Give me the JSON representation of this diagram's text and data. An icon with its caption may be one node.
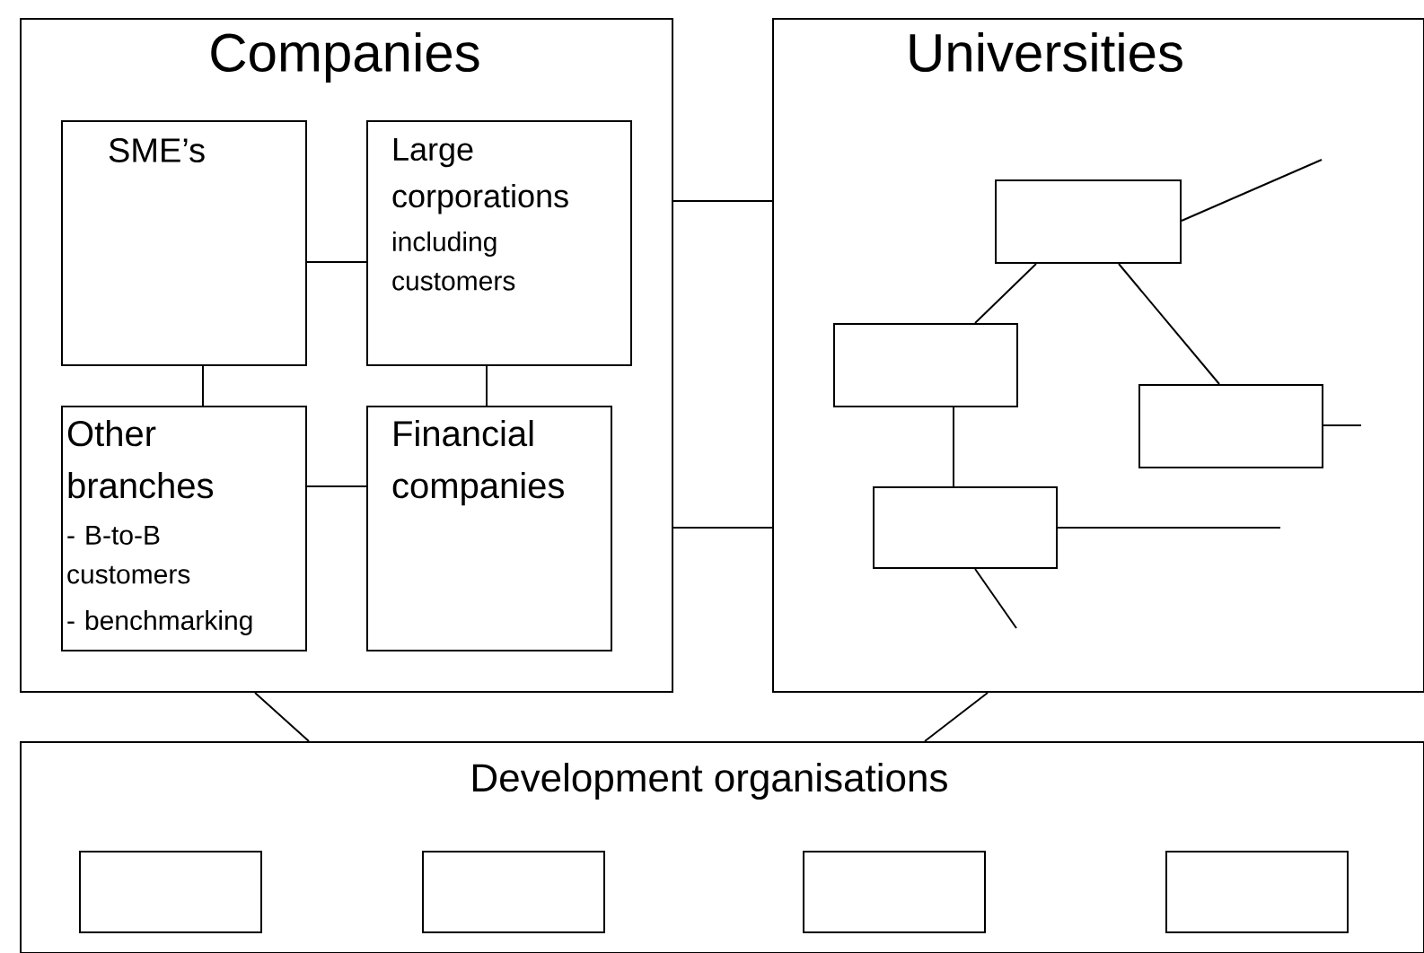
{
  "diagram": {
    "nodes": [
      {
        "text": [
          "Companies"
        ]
      },
      {
        "text": [
          "SME’s"
        ],
        "in": 0
      },
      {
        "text": [
          "Large corporations",
          "including customers"
        ],
        "in": 0
      },
      {
        "text": [
          "Other branches",
          "- B-to-B customers",
          "- benchmarking"
        ],
        "in": 0
      },
      {
        "text": [
          "Financial companies"
        ],
        "in": 0
      },
      {
        "text": [
          "Universities"
        ]
      },
      {
        "text": [],
        "shape": "box",
        "in": 5
      },
      {
        "text": [],
        "shape": "box",
        "in": 5
      },
      {
        "text": [],
        "shape": "box",
        "in": 5
      },
      {
        "text": [],
        "shape": "box",
        "in": 5
      },
      {
        "text": [
          "Development organisations"
        ]
      },
      {
        "text": [],
        "shape": "box",
        "in": 10
      },
      {
        "text": [],
        "shape": "box",
        "in": 10
      },
      {
        "text": [],
        "shape": "box",
        "in": 10
      },
      {
        "text": [],
        "shape": "box",
        "in": 10
      }
    ],
    "edges": [
      {
        "from": 1,
        "to": 2,
        "arrow": "none"
      },
      {
        "from": 1,
        "to": 3,
        "arrow": "none"
      },
      {
        "from": 2,
        "to": 4,
        "arrow": "none"
      },
      {
        "from": 3,
        "to": 4,
        "arrow": "none"
      },
      {
        "from": 0,
        "to": 5,
        "arrow": "none"
      },
      {
        "from": 0,
        "to": 5,
        "arrow": "none"
      },
      {
        "from": 0,
        "to": 10,
        "arrow": "none"
      },
      {
        "from": 5,
        "to": 10,
        "arrow": "none"
      },
      {
        "from": 6,
        "to": 7,
        "arrow": "none"
      },
      {
        "from": 6,
        "to": 8,
        "arrow": "none"
      },
      {
        "from": 7,
        "to": 9,
        "arrow": "none"
      },
      {
        "from": 6,
        "to": null,
        "arrow": "none"
      },
      {
        "from": 8,
        "to": null,
        "arrow": "none"
      },
      {
        "from": 9,
        "to": null,
        "arrow": "none"
      },
      {
        "from": 9,
        "to": null,
        "arrow": "none"
      }
    ]
  }
}
